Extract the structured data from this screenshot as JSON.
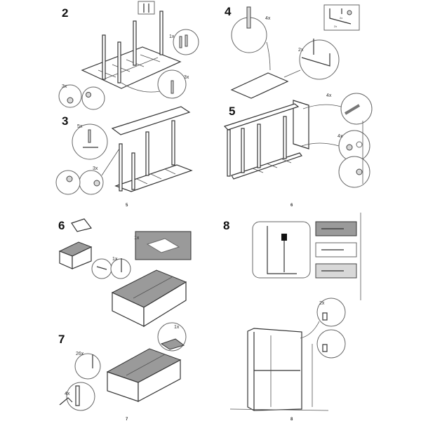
{
  "pages": [
    {
      "page_number": "5",
      "steps": [
        {
          "number": "2",
          "quantities": [
            "1x",
            "3x",
            "3x"
          ]
        },
        {
          "number": "3",
          "quantities": [
            "5x",
            "3x"
          ]
        }
      ]
    },
    {
      "page_number": "6",
      "steps": [
        {
          "number": "4",
          "quantities": [
            "4x",
            "2x"
          ],
          "parts_inset": [
            "2x",
            "2x"
          ]
        },
        {
          "number": "5",
          "quantities": [
            "4x",
            "4x"
          ]
        }
      ]
    },
    {
      "page_number": "7",
      "steps": [
        {
          "number": "6",
          "quantities": [
            "1x",
            "1x"
          ]
        },
        {
          "number": "7",
          "quantities": [
            "1x",
            "26x",
            "4x"
          ]
        }
      ]
    },
    {
      "page_number": "8",
      "steps": [
        {
          "number": "8",
          "quantities": [
            "2x"
          ]
        }
      ]
    }
  ],
  "colors": {
    "line": "#333333",
    "panel_fill": "#9a9a9a",
    "background": "#ffffff"
  }
}
